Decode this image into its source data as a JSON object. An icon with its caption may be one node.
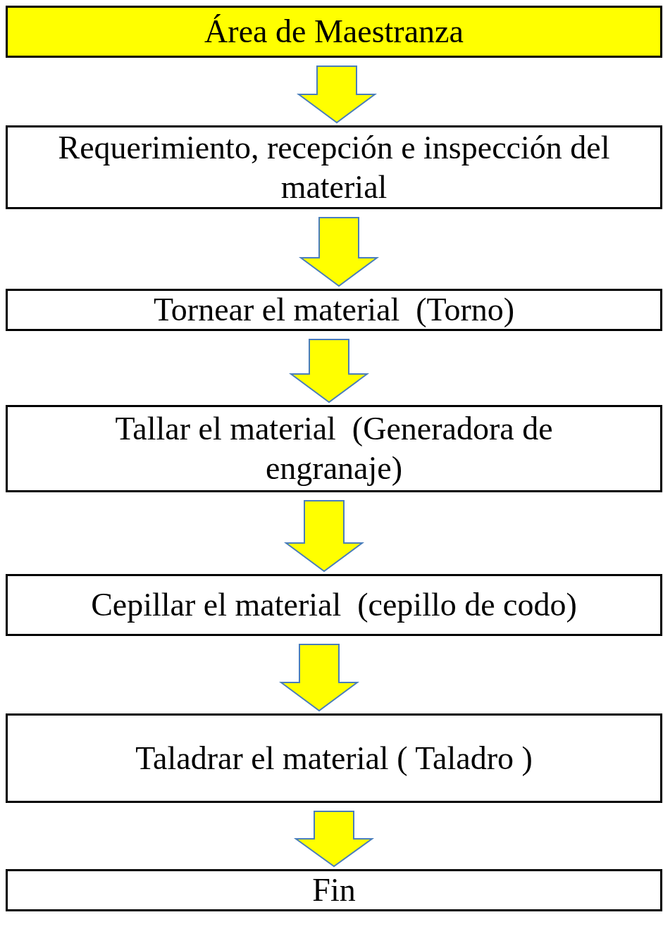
{
  "diagram": {
    "nodes": [
      {
        "text": [
          "Área de Maestranza"
        ]
      },
      {
        "text": [
          "Requerimiento, recepción e inspección del material"
        ]
      },
      {
        "text": [
          "Tornear el material  (Torno)"
        ]
      },
      {
        "text": [
          "Tallar el material  (Generadora de engranaje)"
        ]
      },
      {
        "text": [
          "Cepillar el material  (cepillo de codo)"
        ]
      },
      {
        "text": [
          "Taladrar el material ( Taladro )"
        ]
      },
      {
        "text": [
          "Fin"
        ]
      }
    ],
    "edges": [
      {
        "from": 0,
        "to": 1,
        "arrow": "to"
      },
      {
        "from": 1,
        "to": 2,
        "arrow": "to"
      },
      {
        "from": 2,
        "to": 3,
        "arrow": "to"
      },
      {
        "from": 3,
        "to": 4,
        "arrow": "to"
      },
      {
        "from": 4,
        "to": 5,
        "arrow": "to"
      },
      {
        "from": 5,
        "to": 6,
        "arrow": "to"
      }
    ]
  }
}
